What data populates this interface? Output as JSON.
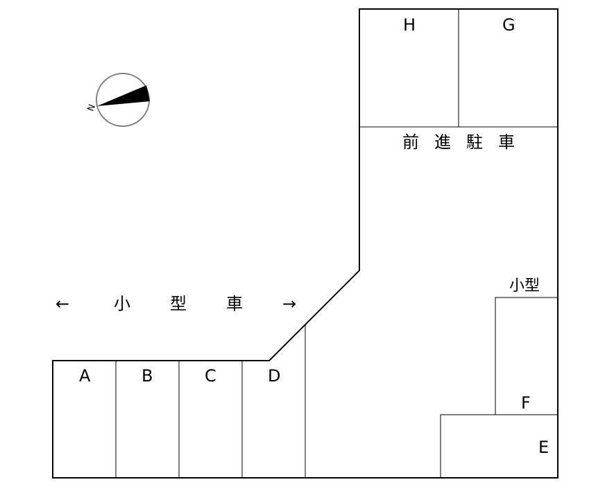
{
  "compass": {
    "north_letter": "N"
  },
  "banner": {
    "arrow_left": "←",
    "arrow_right": "→",
    "text_chars": [
      "小",
      "型",
      "車"
    ]
  },
  "forward_parking": {
    "chars": [
      "前",
      "進",
      "駐",
      "車"
    ]
  },
  "small_car_note": "小型",
  "slots": {
    "A": "A",
    "B": "B",
    "C": "C",
    "D": "D",
    "E": "E",
    "F": "F",
    "G": "G",
    "H": "H"
  }
}
